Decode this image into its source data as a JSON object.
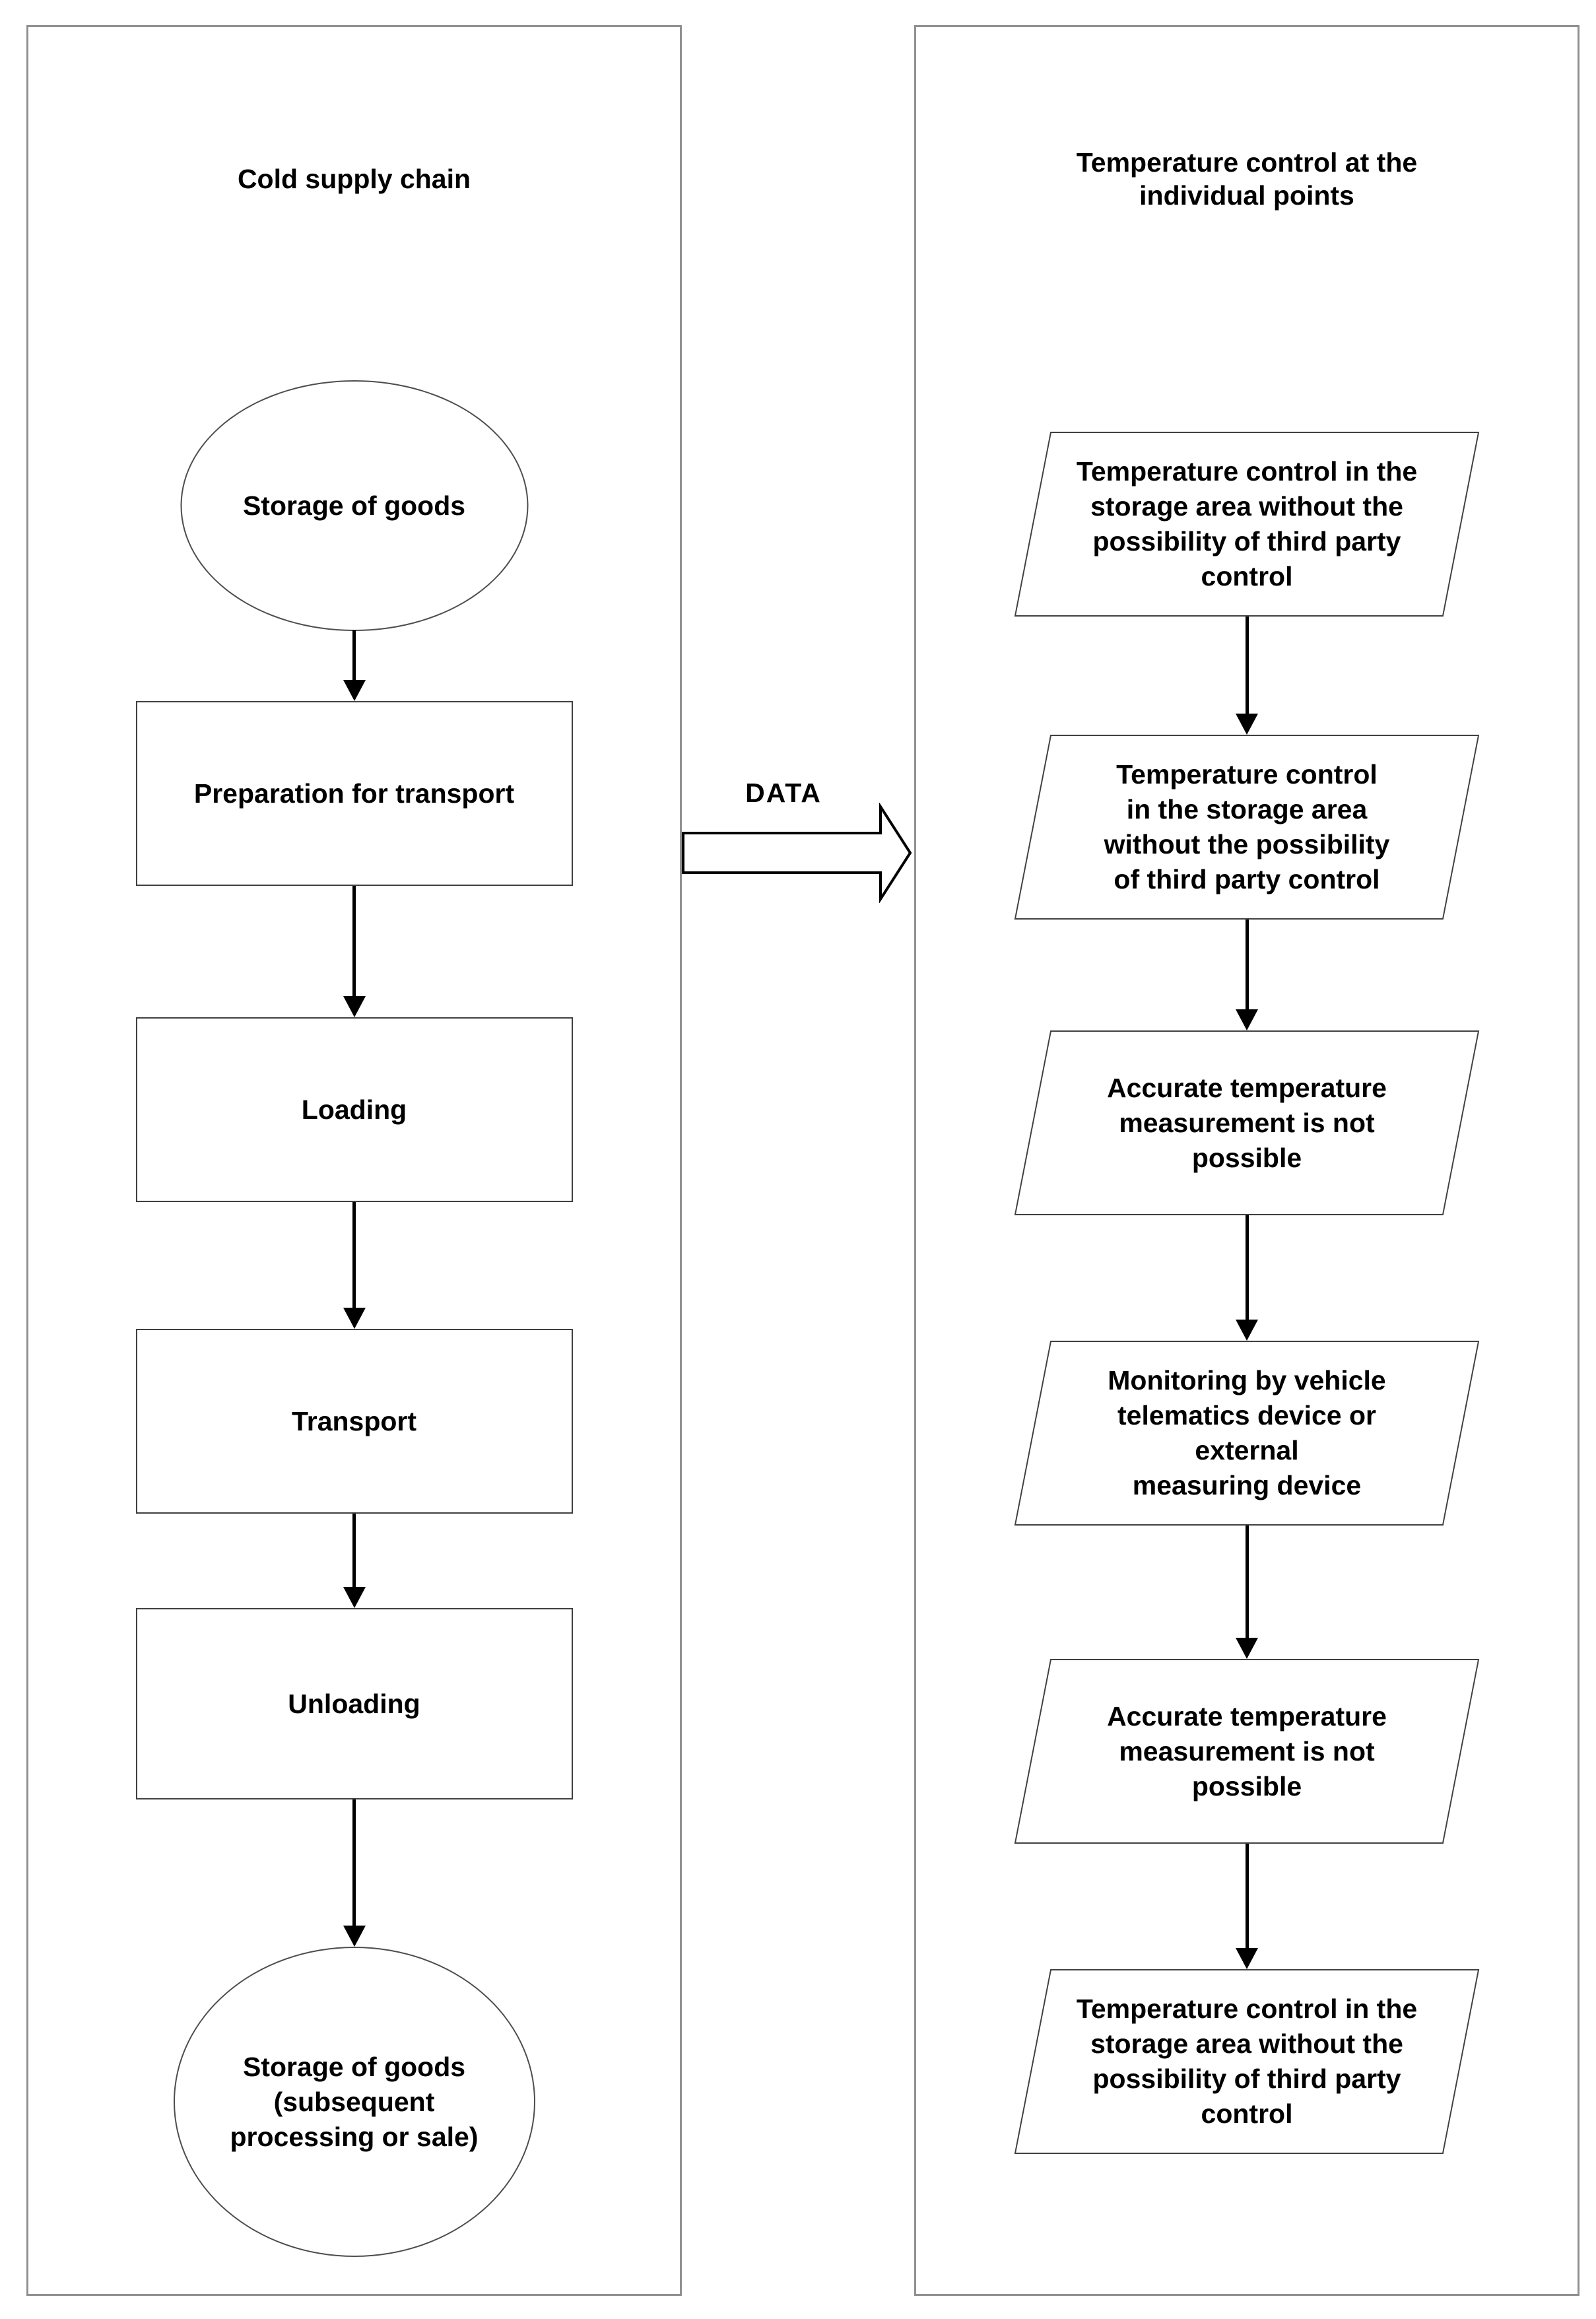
{
  "diagram": {
    "left_panel": {
      "title": "Cold supply chain",
      "nodes": [
        {
          "shape": "ellipse",
          "label": "Storage of goods"
        },
        {
          "shape": "rectangle",
          "label": "Preparation for transport"
        },
        {
          "shape": "rectangle",
          "label": "Loading"
        },
        {
          "shape": "rectangle",
          "label": "Transport"
        },
        {
          "shape": "rectangle",
          "label": "Unloading"
        },
        {
          "shape": "ellipse",
          "label": "Storage of goods\n(subsequent\nprocessing or sale)"
        }
      ]
    },
    "connector": {
      "label": "DATA",
      "direction": "left-to-right"
    },
    "right_panel": {
      "title": "Temperature control at the\nindividual points",
      "nodes": [
        {
          "shape": "parallelogram",
          "label": "Temperature control in the\nstorage area without the\npossibility of third party\ncontrol"
        },
        {
          "shape": "parallelogram",
          "label": "Temperature control\nin the storage area\nwithout the possibility\nof third party control"
        },
        {
          "shape": "parallelogram",
          "label": "Accurate temperature\nmeasurement is not\npossible"
        },
        {
          "shape": "parallelogram",
          "label": "Monitoring by vehicle\ntelematics device or\nexternal\nmeasuring device"
        },
        {
          "shape": "parallelogram",
          "label": "Accurate temperature\nmeasurement is not\npossible"
        },
        {
          "shape": "parallelogram",
          "label": "Temperature control in the\nstorage area without the\npossibility of third party\ncontrol"
        }
      ]
    },
    "colors": {
      "background": "#ffffff",
      "panel_border": "#909090",
      "shape_border": "#404040",
      "arrow": "#000000",
      "text": "#000000"
    }
  }
}
